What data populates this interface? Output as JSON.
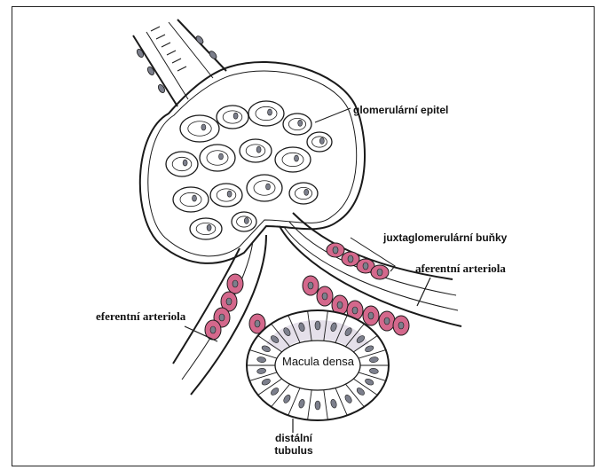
{
  "labels": {
    "glomerular_epithelium": "glomerulární epitel",
    "juxtaglomerular_cells": "juxtaglomerulární buňky",
    "afferent_arteriole": "aferentní arteriola",
    "efferent_arteriole": "eferentní arteriola",
    "macula_densa": "Macula densa",
    "distal_tubule_line1": "distální",
    "distal_tubule_line2": "tubulus"
  },
  "colors": {
    "juxtaglomerular_cell_fill": "#d4688c",
    "macula_densa_cell_fill": "#cfc7d8",
    "nucleus_fill": "#7c7f8c",
    "outline": "#1a1a1a"
  }
}
